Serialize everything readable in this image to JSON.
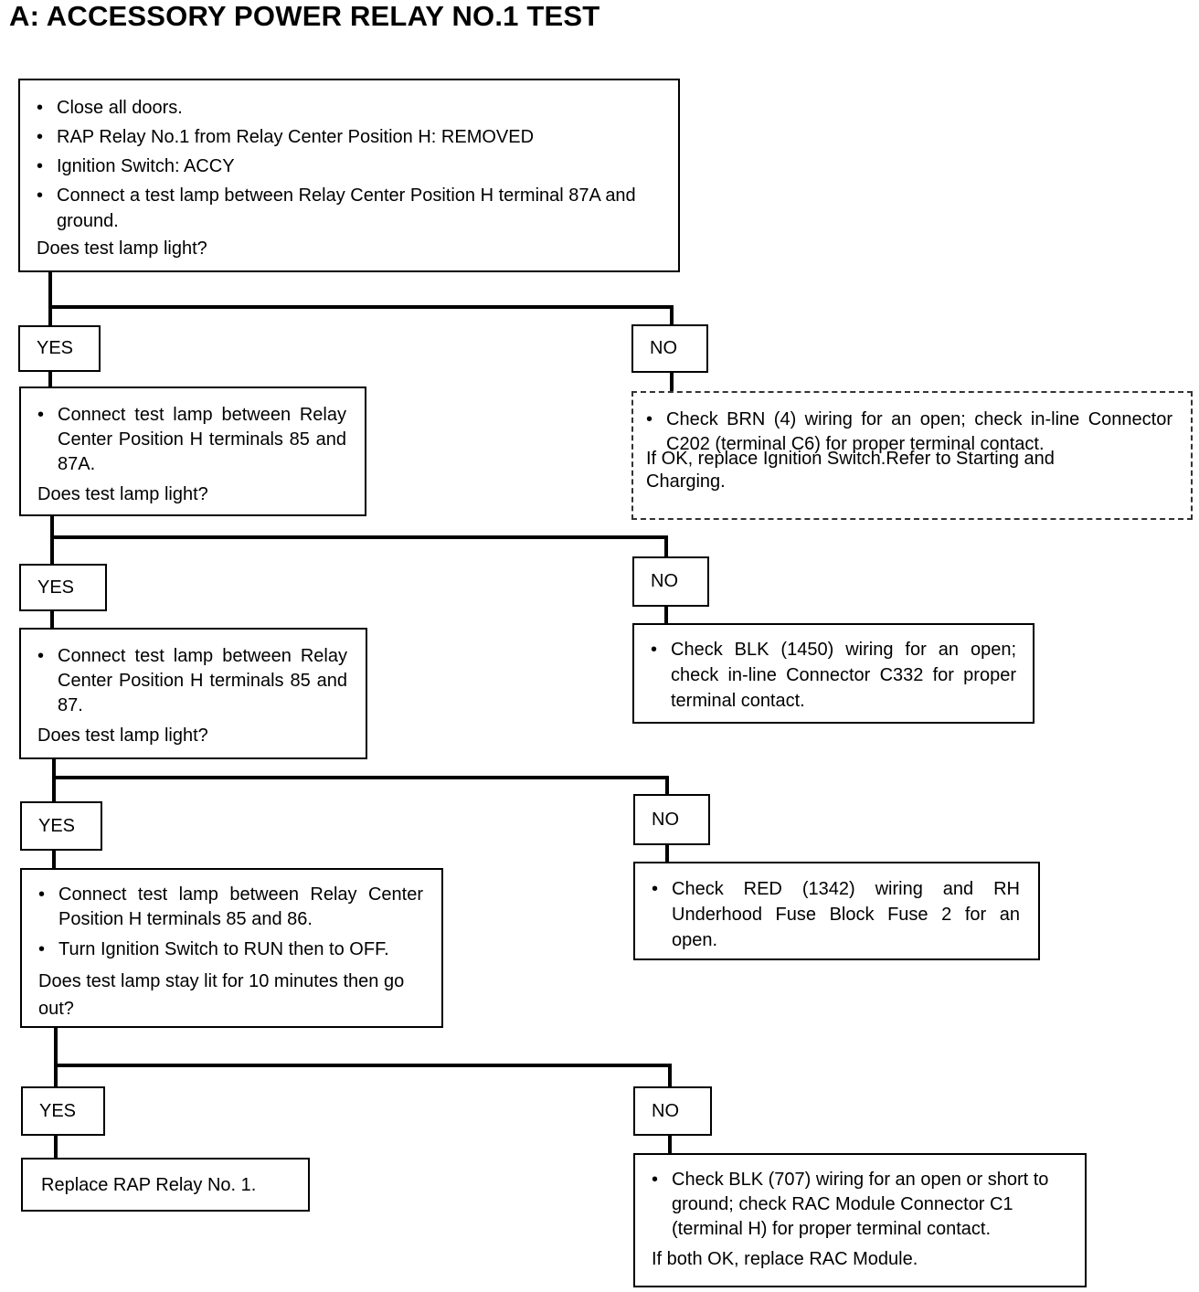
{
  "title": "A: ACCESSORY POWER RELAY NO.1 TEST",
  "step1": {
    "items": [
      "Close all doors.",
      "RAP Relay No.1 from Relay Center Position H:  REMOVED",
      "Ignition Switch:  ACCY",
      "Connect a test lamp between Relay Center Position H terminal 87A and ground."
    ],
    "question": "Does test lamp light?"
  },
  "step2": {
    "items": [
      "Connect test lamp between Relay Center Position H terminals 85 and 87A."
    ],
    "question": "Does test lamp light?"
  },
  "step3": {
    "items": [
      "Connect test lamp between Relay Center Position H terminals 85 and 87."
    ],
    "question": "Does test lamp light?"
  },
  "step4": {
    "items": [
      "Connect test lamp between Relay Center Position H terminals 85 and 86.",
      "Turn Ignition Switch to RUN then to OFF."
    ],
    "question": "Does test lamp stay lit for 10 minutes then go out?"
  },
  "result_yes": "Replace RAP Relay No. 1.",
  "no1": {
    "items": [
      "Check BRN (4) wiring for an open; check in-line Connector C202 (terminal C6) for proper terminal contact."
    ],
    "note": "If OK, replace Ignition Switch.Refer to Starting   and Charging."
  },
  "no2": {
    "items": [
      "Check BLK (1450) wiring for an open; check in-line Connector C332 for proper terminal contact."
    ]
  },
  "no3": {
    "items": [
      "Check RED (1342) wiring and RH Underhood Fuse Block Fuse 2 for an open."
    ]
  },
  "no4": {
    "items": [
      "Check BLK (707) wiring for an open or short to ground; check RAC Module Connector C1 (terminal H) for proper terminal contact."
    ],
    "note": "If both OK, replace RAC Module."
  },
  "labels": {
    "yes": "YES",
    "no": "NO"
  }
}
